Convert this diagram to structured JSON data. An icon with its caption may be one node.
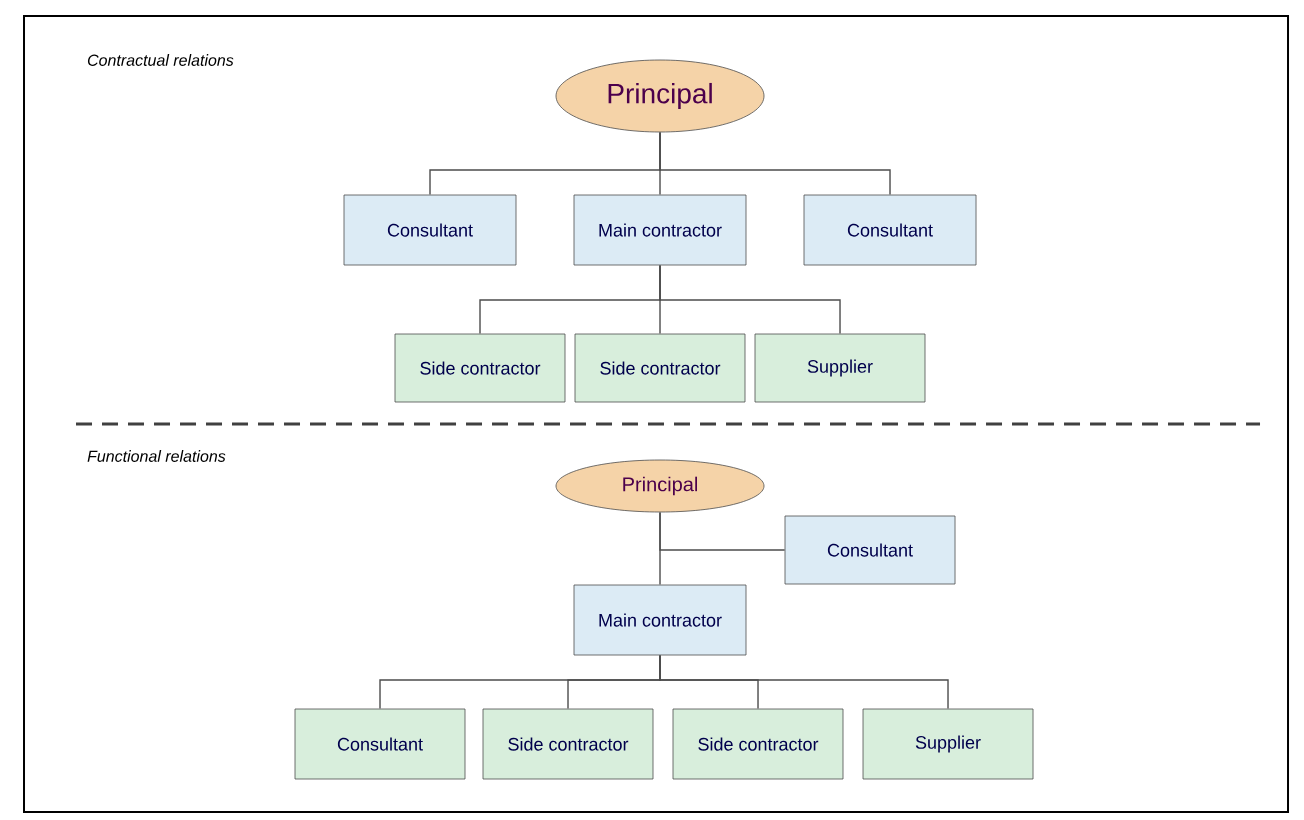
{
  "diagram": {
    "nodes": [
      {
        "text": [
          "Principal"
        ]
      },
      {
        "text": [
          "Consultant"
        ]
      },
      {
        "text": [
          "Main contractor"
        ]
      },
      {
        "text": [
          "Consultant"
        ]
      },
      {
        "text": [
          "Side contractor"
        ]
      },
      {
        "text": [
          "Side contractor"
        ]
      },
      {
        "text": [
          "Supplier"
        ]
      },
      {
        "text": [
          "Principal"
        ]
      },
      {
        "text": [
          "Consultant"
        ]
      },
      {
        "text": [
          "Main contractor"
        ]
      },
      {
        "text": [
          "Consultant"
        ]
      },
      {
        "text": [
          "Side contractor"
        ]
      },
      {
        "text": [
          "Side contractor"
        ]
      },
      {
        "text": [
          "Supplier"
        ]
      }
    ],
    "edges": [
      {
        "from": 0,
        "to": 1,
        "arrow": "none"
      },
      {
        "from": 0,
        "to": 2,
        "arrow": "none"
      },
      {
        "from": 0,
        "to": 3,
        "arrow": "none"
      },
      {
        "from": 2,
        "to": 4,
        "arrow": "none"
      },
      {
        "from": 2,
        "to": 5,
        "arrow": "none"
      },
      {
        "from": 2,
        "to": 6,
        "arrow": "none"
      },
      {
        "from": 7,
        "to": 8,
        "arrow": "none"
      },
      {
        "from": 7,
        "to": 9,
        "arrow": "none"
      },
      {
        "from": 9,
        "to": 10,
        "arrow": "none"
      },
      {
        "from": 9,
        "to": 11,
        "arrow": "none"
      },
      {
        "from": 9,
        "to": 12,
        "arrow": "none"
      },
      {
        "from": 9,
        "to": 13,
        "arrow": "none"
      }
    ],
    "labels": [
      "Contractual relations",
      "Functional relations"
    ]
  }
}
